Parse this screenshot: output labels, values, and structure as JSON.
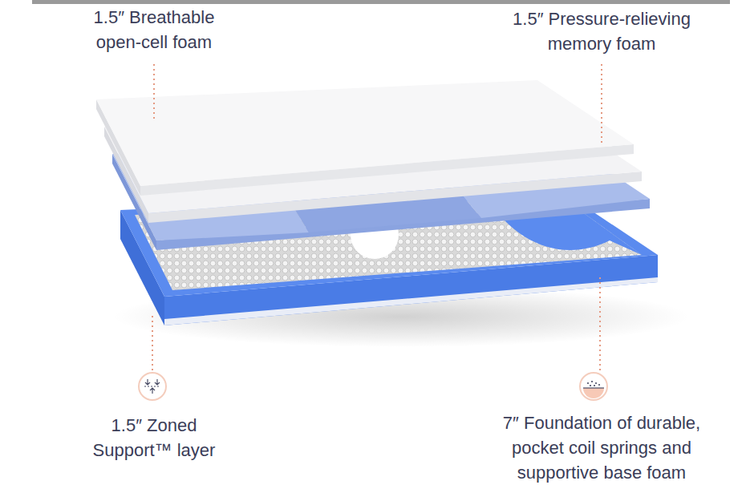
{
  "diagram": {
    "labels": [
      "1.5″ Breathable open-cell foam",
      "1.5″ Pressure-relieving memory foam",
      "1.5″ Zoned Support™ layer",
      "7″ Foundation of durable, pocket coil springs and supportive base foam"
    ]
  }
}
